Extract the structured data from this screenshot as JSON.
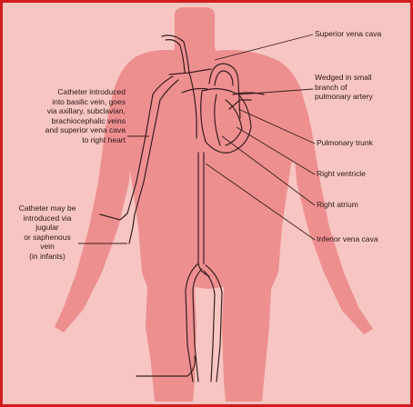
{
  "colors": {
    "background": "#f7c6c3",
    "border": "#d21c1c",
    "body_silhouette": "#ee8f8f",
    "vessel_line": "#3a1e1e"
  },
  "labels": {
    "superior_vena_cava": "Superior vena cava",
    "wedged_line1": "Wedged in small",
    "wedged_line2": "branch of",
    "wedged_line3": "pulmonary artery",
    "pulmonary_trunk": "Pulmonary trunk",
    "right_ventricle": "Right ventricle",
    "right_atrium": "Right atrium",
    "inferior_vena_cava": "Inferior vena cava",
    "basilic_line1": "Catheter introduced",
    "basilic_line2": "into basilic vein, goes",
    "basilic_line3": "via axillary, subclavian,",
    "basilic_line4": "brachiocephalic veins",
    "basilic_line5": "and superior vena cava",
    "basilic_line6": "to right heart",
    "jugular_line1": "Catheter may be",
    "jugular_line2": "introduced via",
    "jugular_line3": "jugular",
    "jugular_line4": "or saphenous",
    "jugular_line5": "vein",
    "jugular_line6": "(in infants)"
  }
}
